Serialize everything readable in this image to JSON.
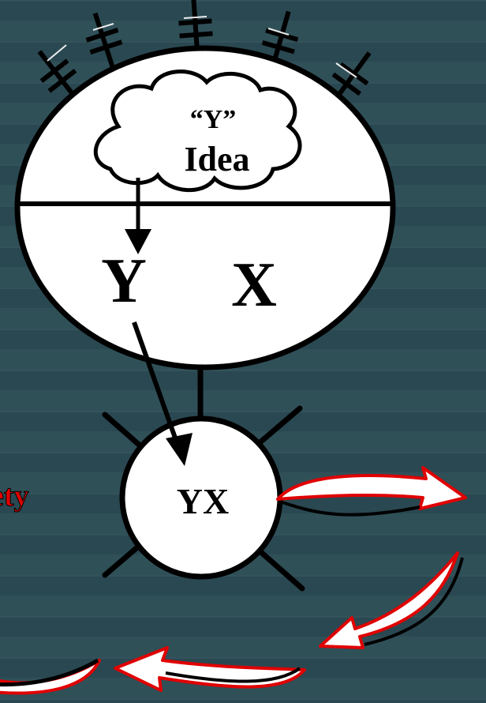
{
  "diagram": {
    "cloud_quote": "“Y”",
    "cloud_word": "Idea",
    "head_left_letter": "Y",
    "head_right_letter": "X",
    "small_circle_label": "YX",
    "cut_off_left_text": "ety"
  },
  "colors": {
    "background": "#2c4c55",
    "accent_red": "#e00000",
    "ink": "#000000",
    "fill": "#ffffff"
  }
}
